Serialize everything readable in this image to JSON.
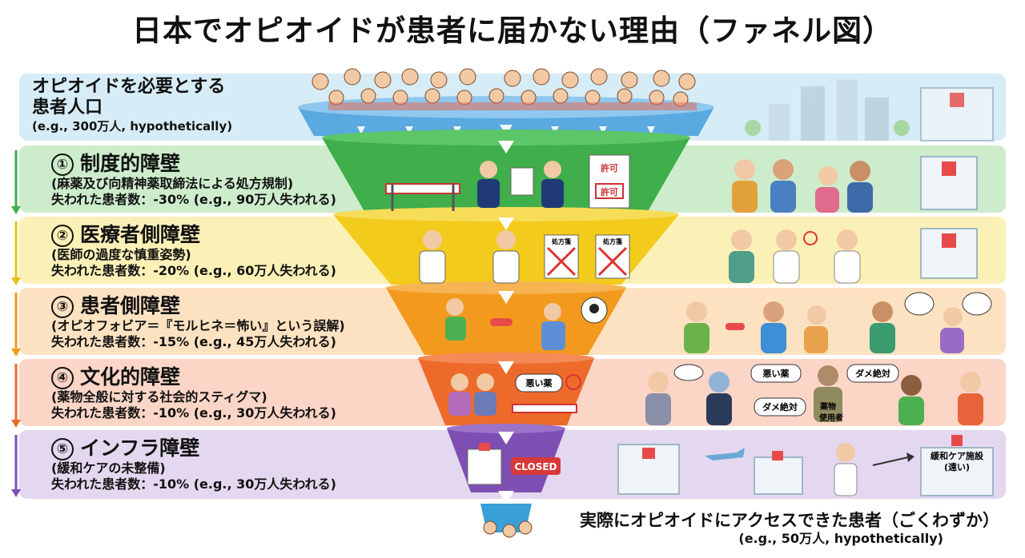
{
  "title": "日本でオピオイドが患者に届かない理由（ファネル図）",
  "population": {
    "head_line1": "オピオイドを必要とする",
    "head_line2": "患者人口",
    "note": "(e.g., 300万人, hypothetically)"
  },
  "stages": [
    {
      "number": "①",
      "name": "制度的障壁",
      "detail": "(麻薬及び向精神薬取締法による処方規制)",
      "loss": "失われた患者数：-30% (e.g., 90万人失われる)",
      "loss_percent": 30,
      "color": "#cdeccb",
      "funnel_color": "#3fae4b"
    },
    {
      "number": "②",
      "name": "医療者側障壁",
      "detail": "(医師の過度な慎重姿勢)",
      "loss": "失われた患者数：-20% (e.g., 60万人失われる)",
      "loss_percent": 20,
      "color": "#fbf0b6",
      "funnel_color": "#f2cb1c"
    },
    {
      "number": "③",
      "name": "患者側障壁",
      "detail": "(オピオフォビア＝『モルヒネ＝怖い』という誤解)",
      "loss": "失われた患者数：-15% (e.g., 45万人失われる)",
      "loss_percent": 15,
      "color": "#fde2c2",
      "funnel_color": "#f39a1e"
    },
    {
      "number": "④",
      "name": "文化的障壁",
      "detail": "(薬物全般に対する社会的スティグマ)",
      "loss": "失われた患者数：-10% (e.g., 30万人失われる)",
      "loss_percent": 10,
      "color": "#fbd5c6",
      "funnel_color": "#ee6a2a"
    },
    {
      "number": "⑤",
      "name": "インフラ障壁",
      "detail": "(緩和ケアの未整備)",
      "loss": "失われた患者数：-10% (e.g., 30万人失われる)",
      "loss_percent": 10,
      "color": "#e3d8ef",
      "funnel_color": "#7e4fb3"
    }
  ],
  "result": {
    "head": "実際にオピオイドにアクセスできた患者（ごくわずか）",
    "note": "(e.g., 50万人, hypothetically)"
  },
  "illustration_text": {
    "permit_sign": "許可",
    "permit_stamp": "許可",
    "prescription1": "処方箋",
    "prescription2": "処方箋",
    "bad_drug": "悪い薬",
    "bad_drug_bubble": "悪い薬",
    "never_bubble1": "ダメ絶対",
    "never_bubble2": "ダメ絶対",
    "drug_user_line1": "薬物",
    "drug_user_line2": "使用者",
    "closed_sign": "CLOSED",
    "palliative_line1": "緩和ケア施設",
    "palliative_line2": "(遠い)"
  },
  "colors": {
    "top_band": "#d6ecf6",
    "top_rim": "#5aa9e0",
    "stage_arrow_green": "#3fae4b",
    "stage_arrow_yellow": "#e7c21b",
    "stage_arrow_orange": "#f39a1e",
    "stage_arrow_red": "#ee6a2a",
    "stage_arrow_purple": "#7e4fb3"
  }
}
